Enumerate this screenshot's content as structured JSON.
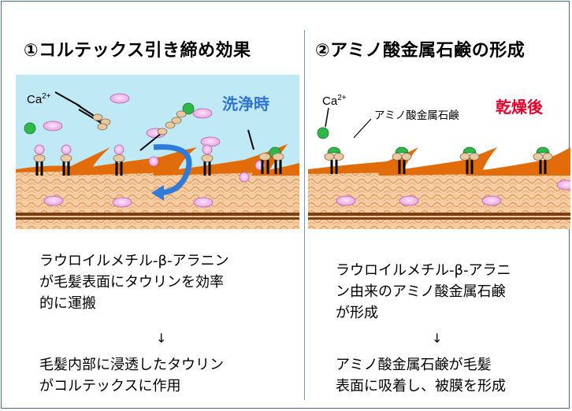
{
  "left": {
    "title": "①コルテックス引き締め効果",
    "ion_label": "Ca",
    "ion_charge": "2+",
    "state_label": "洗浄時",
    "desc1": [
      "ラウロイルメチル-β-アラニン",
      "が毛髪表面にタウリンを効率",
      "的に運搬"
    ],
    "arrow": "↓",
    "desc2": [
      "毛髪内部に浸透したタウリン",
      "がコルテックスに作用"
    ]
  },
  "right": {
    "title": "②アミノ酸金属石鹸の形成",
    "ion_label": "Ca",
    "ion_charge": "2+",
    "soap_label": "アミノ酸金属石鹸",
    "state_label": "乾燥後",
    "desc1": [
      "ラウロイルメチル-β-アラニ",
      "ン由来のアミノ酸金属石鹸",
      "が形成"
    ],
    "arrow": "↓",
    "desc2": [
      "アミノ酸金属石鹸が毛髪",
      "表面に吸着し、被膜を形成"
    ]
  },
  "colors": {
    "water": "#bfe9f5",
    "hair_fill": "#f6cda3",
    "hair_mesh": "#d98a4a",
    "strand": "#e36c0a",
    "band": "#7b3f12",
    "taurine": "#f0b8ea",
    "calcium": "#2fb84a",
    "state_left": "#2e74d6",
    "state_right": "#e8002c",
    "arrow": "#2f7bd9"
  },
  "icons": [
    "calcium-ion-icon",
    "surfactant-molecule-icon",
    "taurine-icon",
    "curved-arrow-icon"
  ]
}
